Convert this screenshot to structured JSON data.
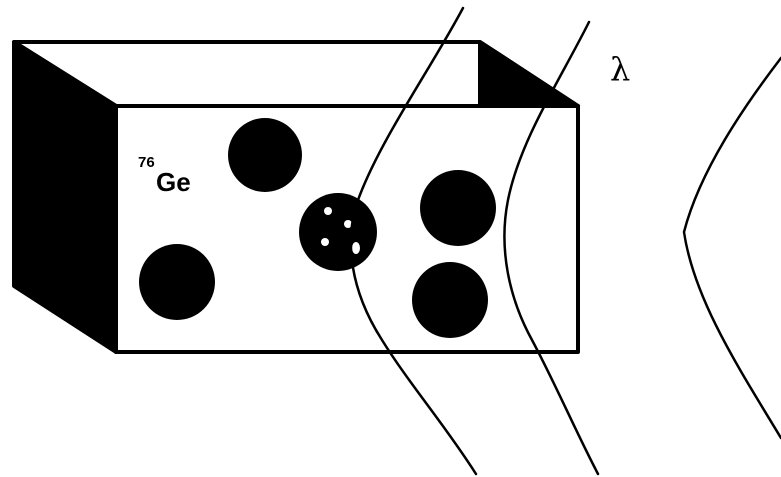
{
  "diagram": {
    "crystal_label": {
      "mass_number": "76",
      "symbol": "Ge"
    },
    "wave_label": "λ",
    "colors": {
      "ink": "#000000",
      "background": "#ffffff"
    }
  }
}
